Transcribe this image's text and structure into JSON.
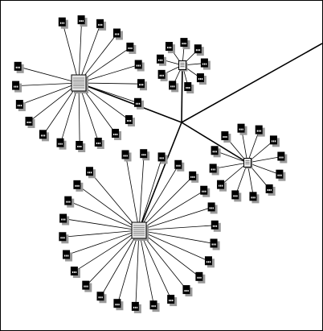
{
  "diagram": {
    "colors": {
      "background": "#ffffff",
      "line": "#000000",
      "leaf_shadow": "#9a9a9a",
      "leaf_body": "#000000",
      "leaf_mark": "#ffffff",
      "doc_fill": "#e6e6e6",
      "doc_shadow": "#9a9a9a",
      "doc_lines": "#707070"
    },
    "icons": {
      "hub": "document-icon",
      "leaf": "file-icon"
    },
    "hubs": [
      {
        "id": "hub-upper-left",
        "icon_size": "large",
        "leaf_count": 18
      },
      {
        "id": "hub-top-middle",
        "icon_size": "small",
        "leaf_count": 9
      },
      {
        "id": "hub-right",
        "icon_size": "small",
        "leaf_count": 12
      },
      {
        "id": "hub-lower-left",
        "icon_size": "large",
        "leaf_count": 25
      }
    ],
    "trunk_edges": [
      {
        "from": "junction",
        "to": "hub-upper-left"
      },
      {
        "from": "junction",
        "to": "hub-top-middle"
      },
      {
        "from": "junction",
        "to": "hub-right"
      },
      {
        "from": "junction",
        "to": "hub-lower-left"
      },
      {
        "from": "junction",
        "to": "offscreen-top-right"
      }
    ]
  }
}
